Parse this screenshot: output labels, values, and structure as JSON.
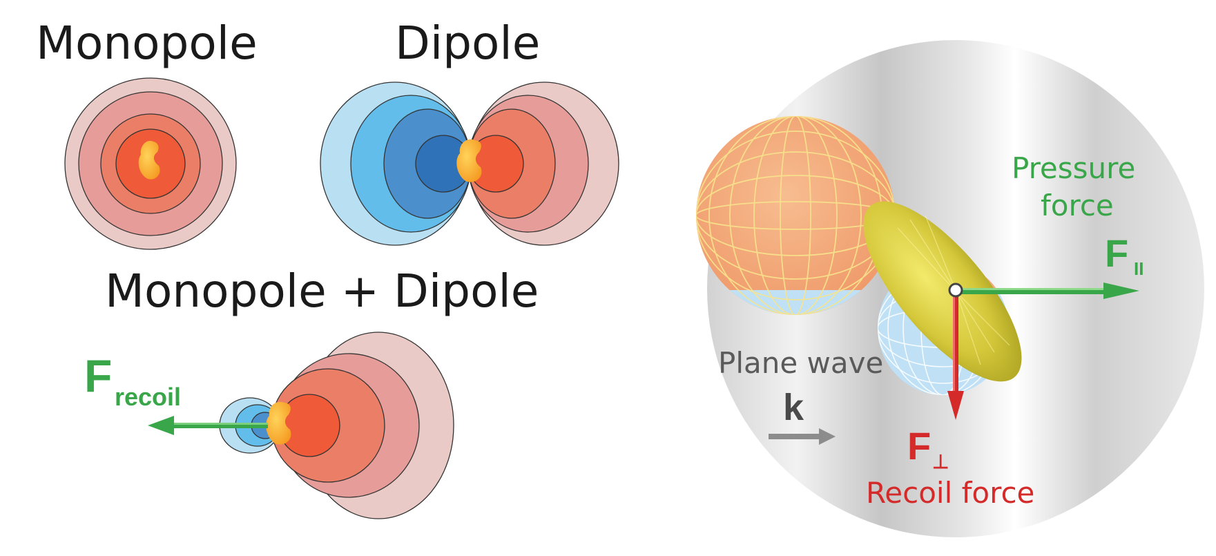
{
  "left_panel": {
    "monopole_title": "Monopole",
    "dipole_title": "Dipole",
    "combined_title": "Monopole + Dipole",
    "recoil_symbol": "F",
    "recoil_subscript": "recoil"
  },
  "right_panel": {
    "pressure_label_line1": "Pressure",
    "pressure_label_line2": "force",
    "pressure_symbol": "F",
    "pressure_subscript": "II",
    "plane_wave_label": "Plane wave",
    "wave_vector_symbol": "k",
    "recoil_symbol": "F",
    "recoil_subscript": "⊥",
    "recoil_label": "Recoil force"
  },
  "colors": {
    "green_arrow": "#3aa64a",
    "red_arrow": "#d42a2a",
    "grey_arrow": "#8c8c8c",
    "red_core": "#ef5a38",
    "blue_core": "#2f72b8",
    "particle_yellow": "#f7b531",
    "lobe_orange": "#f3a878",
    "lobe_blue": "#b9dcf3",
    "ellipsoid_yellow": "#cfc23a"
  }
}
